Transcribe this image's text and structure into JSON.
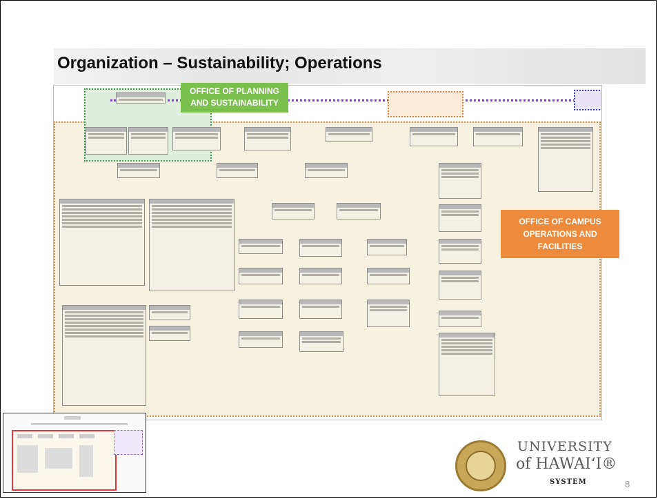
{
  "slide": {
    "title": "Organization – Sustainability; Operations",
    "page_number": "8"
  },
  "labels": {
    "planning": "OFFICE OF PLANNING AND SUSTAINABILITY",
    "campus_ops": "OFFICE OF CAMPUS OPERATIONS AND FACILITIES"
  },
  "logo": {
    "line1": "UNIVERSITY",
    "line2": "of HAWAI‘I®",
    "line3": "SYSTEM"
  },
  "colors": {
    "planning_region": "#7bbf4e",
    "campus_ops_region": "#ee8a3b",
    "purple_region": "#7a3ec8"
  }
}
